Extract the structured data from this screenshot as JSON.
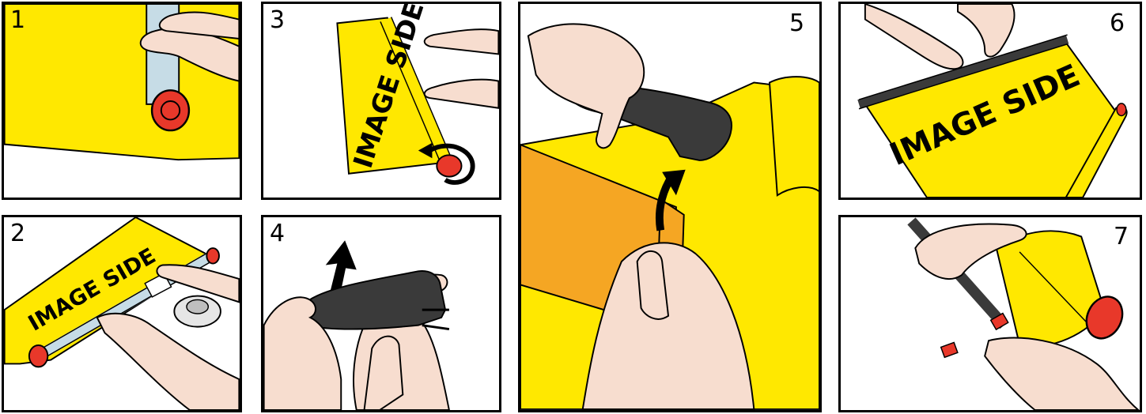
{
  "panels": [
    {
      "number": "1"
    },
    {
      "number": "2",
      "banner_text": "IMAGE SIDE"
    },
    {
      "number": "3",
      "banner_text": "IMAGE SIDE"
    },
    {
      "number": "4"
    },
    {
      "number": "5"
    },
    {
      "number": "6",
      "banner_text": "IMAGE SIDE"
    },
    {
      "number": "7"
    }
  ],
  "colors": {
    "banner_yellow": "#FFE800",
    "banner_orange": "#F5A623",
    "skin": "#F7DDCF",
    "end_cap_red": "#E8382A",
    "rail_dark": "#3A3A3A",
    "tube_blue": "#C6DCE6",
    "outline": "#000000"
  }
}
